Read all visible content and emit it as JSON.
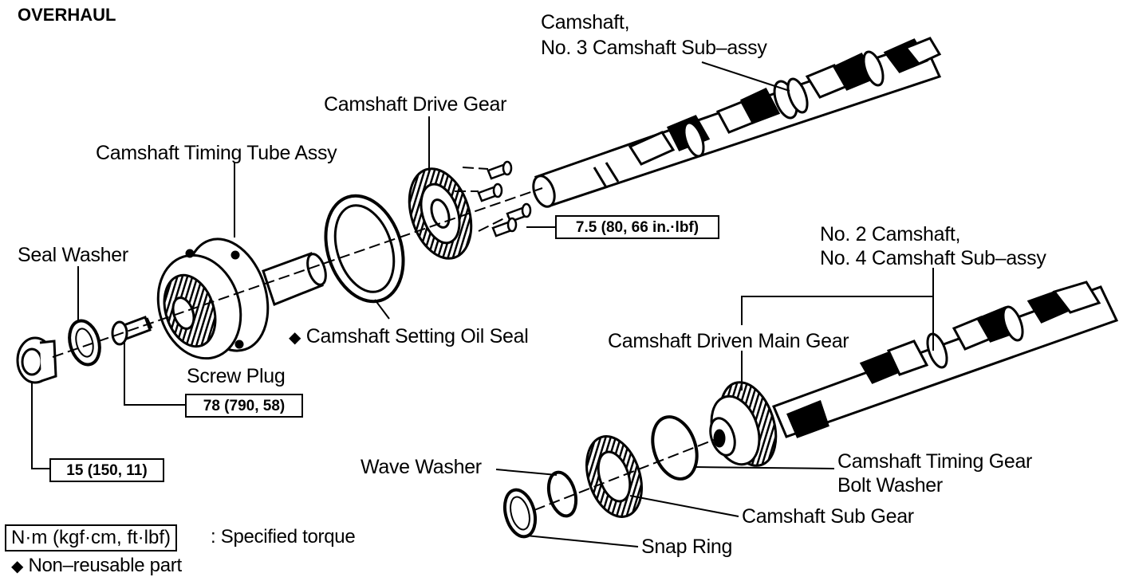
{
  "title": "OVERHAUL",
  "labels": {
    "camshaft_no3": "Camshaft,",
    "camshaft_no3_line2": "No. 3 Camshaft Sub–assy",
    "drive_gear": "Camshaft Drive Gear",
    "timing_tube": "Camshaft Timing Tube Assy",
    "seal_washer": "Seal Washer",
    "oil_seal": "Camshaft Setting Oil Seal",
    "screw_plug": "Screw Plug",
    "no2_camshaft": "No. 2 Camshaft,",
    "no2_camshaft_line2": "No. 4 Camshaft Sub–assy",
    "driven_main_gear": "Camshaft Driven Main Gear",
    "wave_washer": "Wave Washer",
    "timing_gear_bolt_washer": "Camshaft Timing Gear",
    "timing_gear_bolt_washer_line2": "Bolt Washer",
    "sub_gear": "Camshaft Sub Gear",
    "snap_ring": "Snap Ring"
  },
  "torques": {
    "drive_gear_bolt": "7.5 (80, 66 in.·lbf)",
    "screw_plug": "78 (790, 58)",
    "plug": "15 (150, 11)"
  },
  "legend": {
    "torque_unit_box": "N·m (kgf·cm, ft·lbf)",
    "torque_desc": ": Specified torque",
    "non_reusable": "Non–reusable part"
  },
  "symbols": {
    "non_reusable_mark": "◆"
  }
}
